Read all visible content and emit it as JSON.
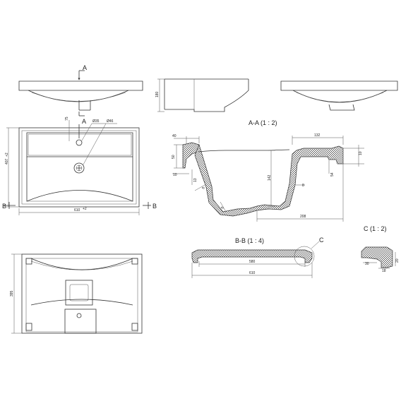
{
  "section_marks": {
    "a_top": "A",
    "a_bottom": "A",
    "b_left": "B",
    "b_right": "B",
    "c_callout": "C"
  },
  "views": {
    "section_aa_title": "A-A (1 : 2)",
    "section_bb_title": "B-B (1 : 4)",
    "section_c_title": "C (1 : 2)"
  },
  "dimensions": {
    "side_height": "180",
    "plan_75": "75",
    "plan_dia35": "Ø35",
    "plan_dia46": "Ø46",
    "plan_depth": "407",
    "plan_depth_tol": "+2",
    "plan_width": "610",
    "plan_width_tol": "+2",
    "aa_40": "40",
    "aa_132": "132",
    "aa_50": "50",
    "aa_10_left": "10",
    "aa_10_right": "10",
    "aa_13": "13",
    "aa_142": "142",
    "aa_54": "54",
    "aa_8_left": "8",
    "aa_8_right": "8",
    "aa_8_bottom": "8",
    "aa_208": "208",
    "bb_580": "580",
    "bb_610": "610",
    "c_30": "30",
    "c_18": "18",
    "c_20": "20",
    "bottom_395": "395"
  }
}
